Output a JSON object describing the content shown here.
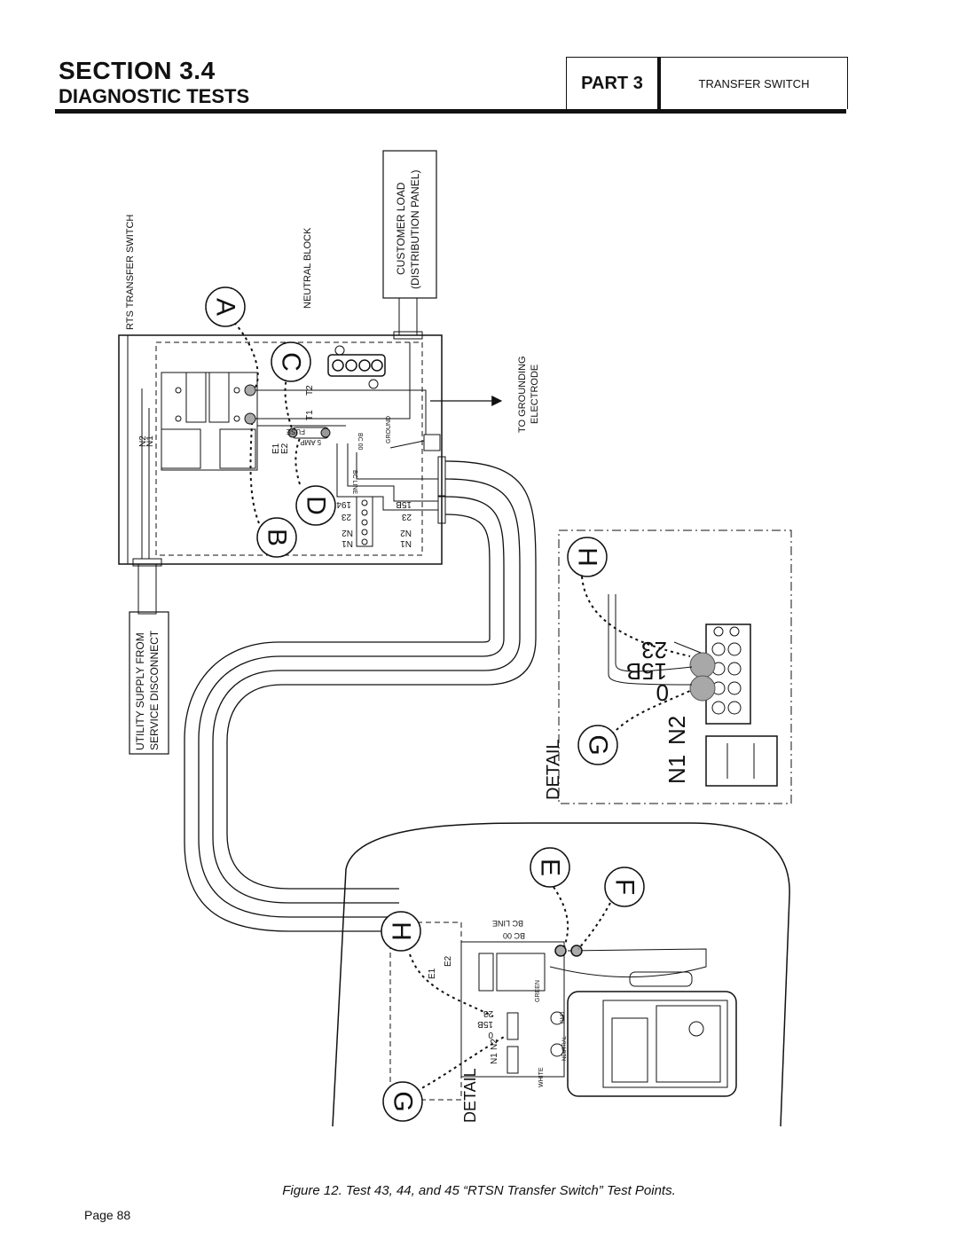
{
  "header": {
    "section": "SECTION 3.4",
    "title": "DIAGNOSTIC TESTS",
    "part": "PART 3",
    "topic": "TRANSFER SWITCH"
  },
  "labels": {
    "rts_switch": "RTS TRANSFER SWITCH",
    "neutral_block": "NEUTRAL BLOCK",
    "customer_load_1": "CUSTOMER LOAD",
    "customer_load_2": "(DISTRIBUTION PANEL)",
    "grounding_1": "TO GROUNDING",
    "grounding_2": "ELECTRODE",
    "utility_1": "UTILITY SUPPLY FROM",
    "utility_2": "SERVICE DISCONNECT",
    "detail": "DETAIL",
    "fuse": "FUSE",
    "amp": "5 AMP",
    "ground": "GROUND",
    "bc_line": "BC LINE",
    "bc_00": "BC 00",
    "green": "GREEN",
    "white": "WHITE",
    "gnd": "GND",
    "neutral": "NEUTRAL"
  },
  "test_points": [
    "A",
    "B",
    "C",
    "D",
    "E",
    "F",
    "G",
    "H"
  ],
  "wire_labels": {
    "n1": "N1",
    "n2": "N2",
    "e1": "E1",
    "e2": "E2",
    "t1": "T1",
    "t2": "T2",
    "w194": "194",
    "w23": "23",
    "w15b": "15B",
    "w0": "0"
  },
  "caption": "Figure 12. Test 43, 44, and 45 “RTSN Transfer Switch” Test Points.",
  "footer": {
    "page": "Page 88"
  },
  "colors": {
    "ink": "#111111",
    "highlight": "#9a9a9a"
  }
}
